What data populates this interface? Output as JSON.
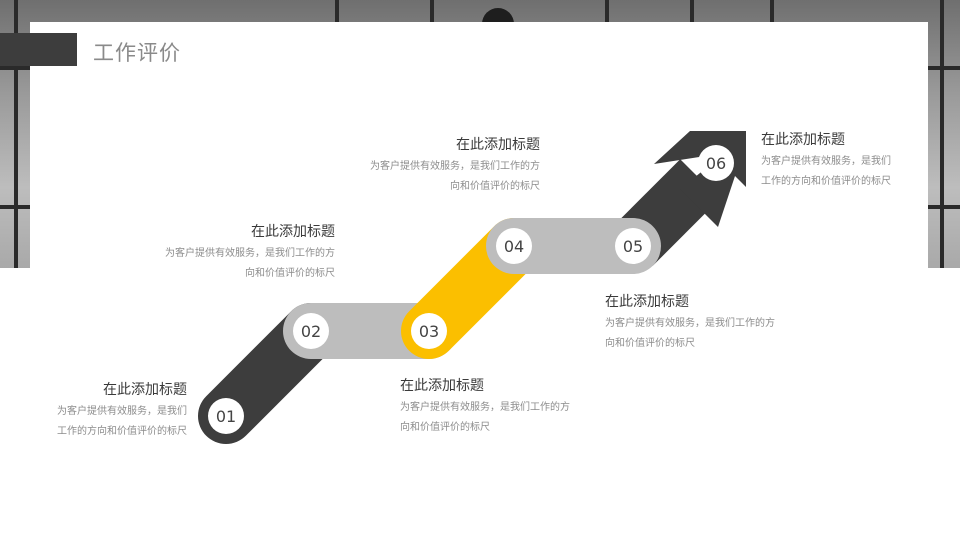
{
  "page": {
    "title": "工作评价"
  },
  "colors": {
    "dark": "#3d3d3d",
    "gray": "#bdbdbd",
    "accent": "#fbbf00",
    "white": "#ffffff"
  },
  "steps": [
    {
      "number": "01",
      "heading": "在此添加标题",
      "desc": "为客户提供有效服务，是我们工作的方向和价值评价的标尺"
    },
    {
      "number": "02",
      "heading": "在此添加标题",
      "desc": "为客户提供有效服务，是我们工作的方向和价值评价的标尺"
    },
    {
      "number": "03",
      "heading": "在此添加标题",
      "desc": "为客户提供有效服务，是我们工作的方向和价值评价的标尺"
    },
    {
      "number": "04",
      "heading": "在此添加标题",
      "desc": "为客户提供有效服务，是我们工作的方向和价值评价的标尺"
    },
    {
      "number": "05",
      "heading": "在此添加标题",
      "desc": "为客户提供有效服务，是我们工作的方向和价值评价的标尺"
    },
    {
      "number": "06",
      "heading": "在此添加标题",
      "desc": "为客户提供有效服务，是我们工作的方向和价值评价的标尺"
    }
  ]
}
